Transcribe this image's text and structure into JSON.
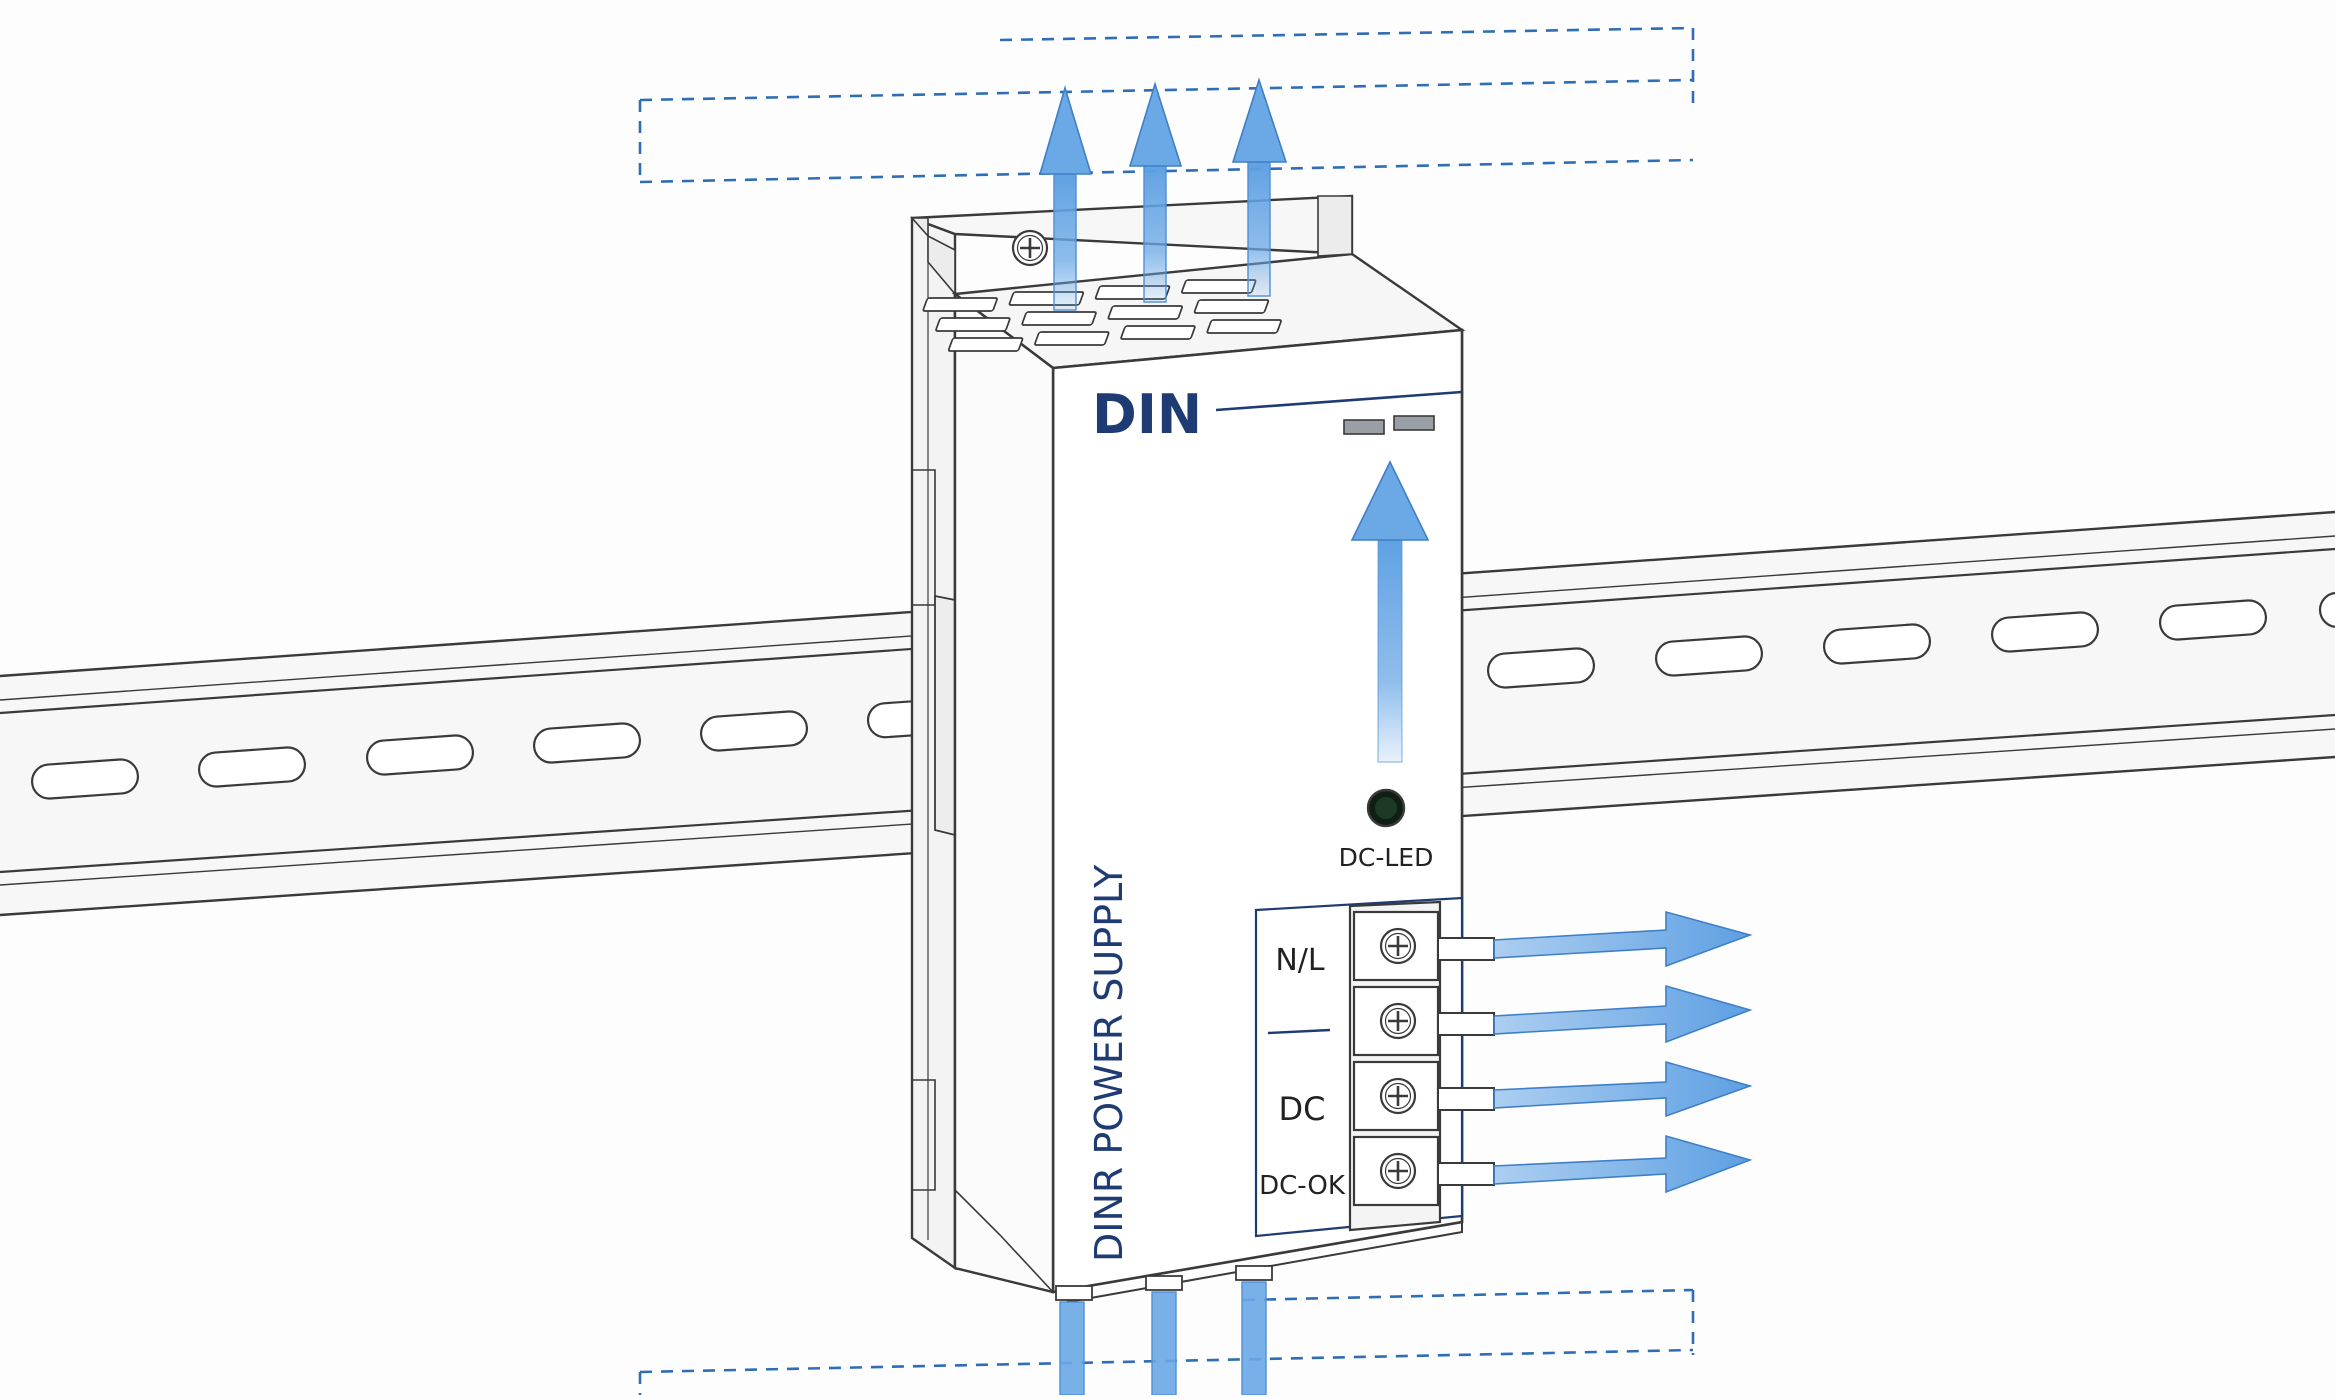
{
  "device": {
    "brand": "DIN",
    "model_label": "DINR POWER SUPPLY",
    "led_label": "DC-LED",
    "terminal_labels": [
      "N/L",
      "DC",
      "DC-OK"
    ]
  },
  "colors": {
    "outline": "#3a3a3a",
    "brand_blue": "#1f3b73",
    "arrow_blue": "#6aa8e6",
    "guide_dash": "#2f6db5",
    "rail_fill": "#f7f7f7",
    "body_fill": "#ffffff",
    "led_fill": "#0f1f14"
  },
  "icons": {
    "screw": "screw-icon",
    "led": "led-indicator-icon",
    "airflow": "airflow-arrow-icon"
  }
}
